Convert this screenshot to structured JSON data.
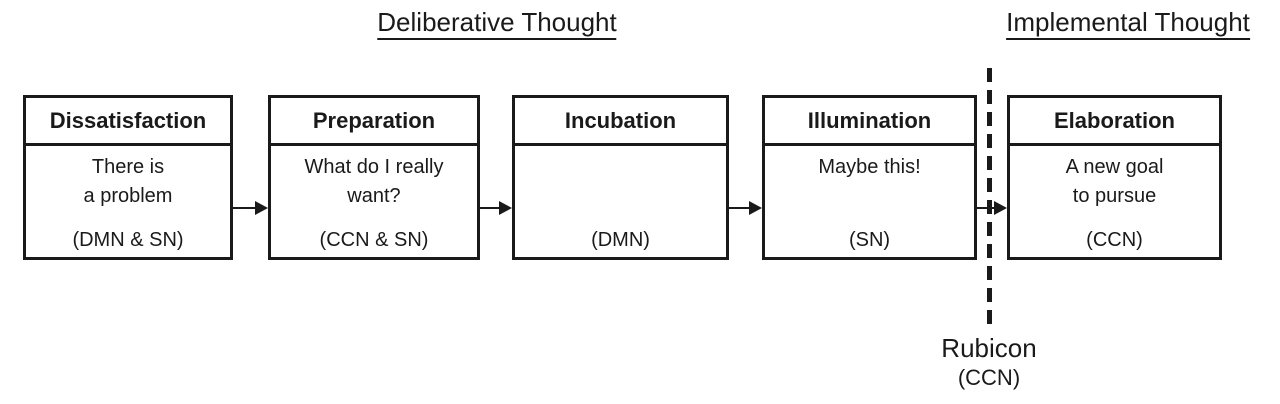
{
  "titles": {
    "deliberative": "Deliberative Thought",
    "implemental": "Implemental Thought"
  },
  "stages": [
    {
      "name": "Dissatisfaction",
      "thought_lines": [
        "There is",
        "a problem"
      ],
      "network": "(DMN & SN)"
    },
    {
      "name": "Preparation",
      "thought_lines": [
        "What do I really",
        "want?"
      ],
      "network": "(CCN & SN)"
    },
    {
      "name": "Incubation",
      "thought_lines": [],
      "network": "(DMN)"
    },
    {
      "name": "Illumination",
      "thought_lines": [
        "Maybe this!"
      ],
      "network": "(SN)"
    },
    {
      "name": "Elaboration",
      "thought_lines": [
        "A new goal",
        "to pursue"
      ],
      "network": "(CCN)"
    }
  ],
  "rubicon": {
    "label": "Rubicon",
    "network": "(CCN)"
  },
  "colors": {
    "ink": "#1a1a1a",
    "background": "#ffffff"
  }
}
